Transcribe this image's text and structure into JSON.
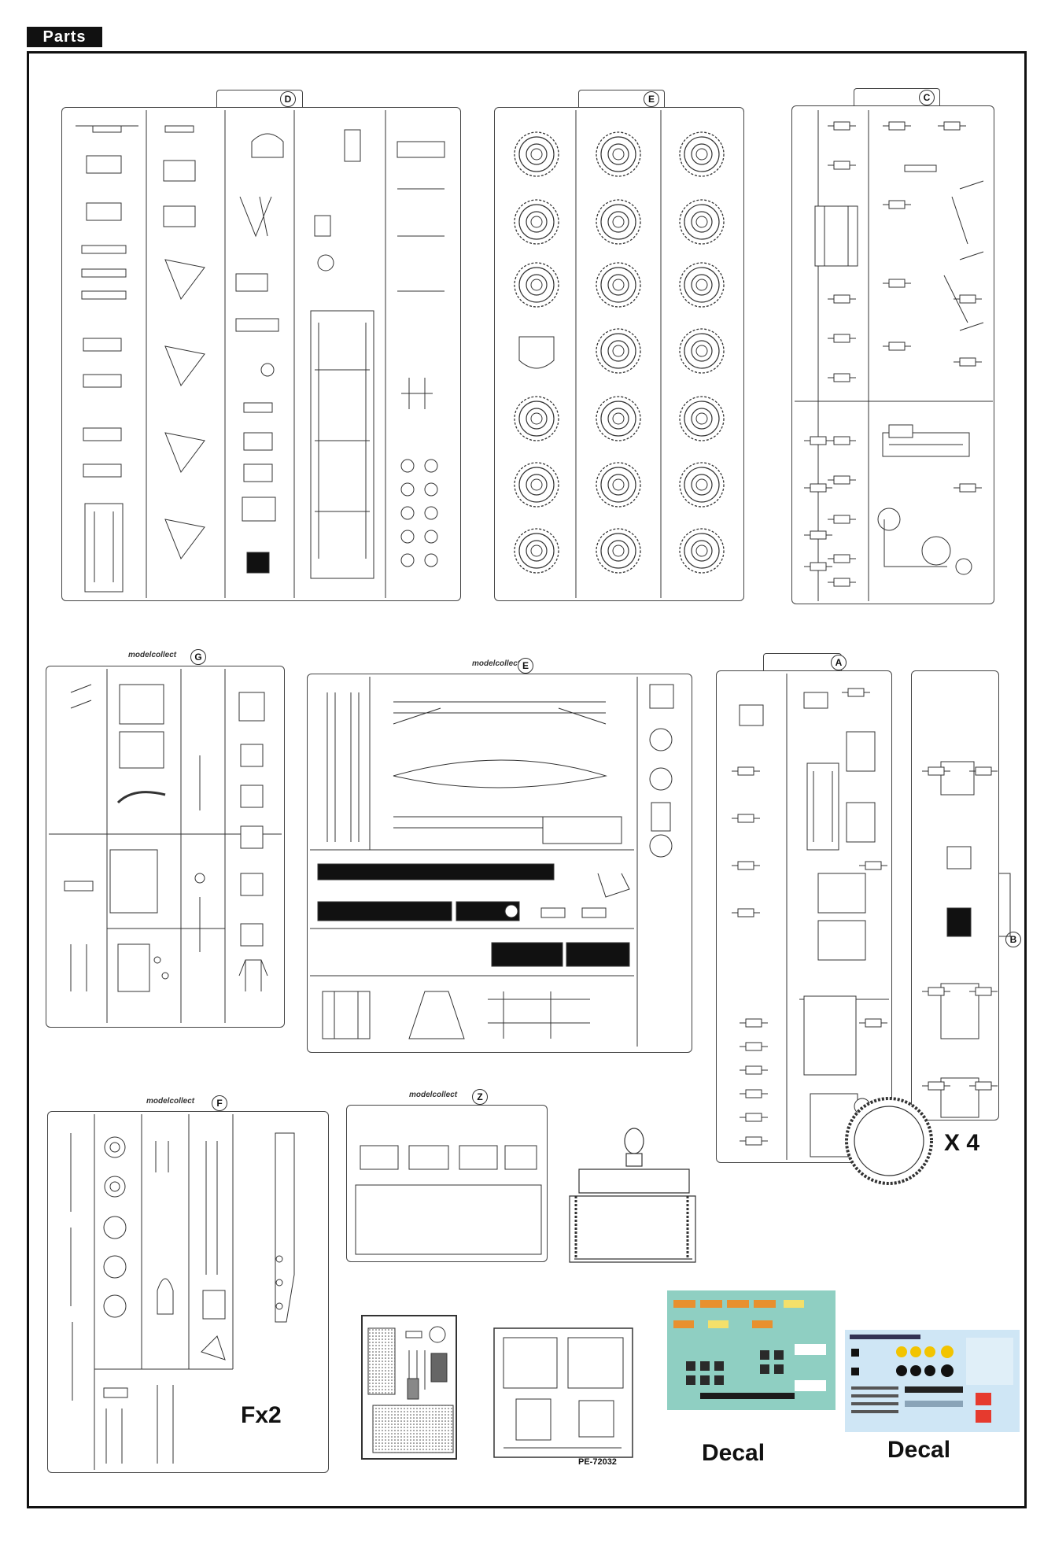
{
  "header": {
    "title": "Parts"
  },
  "sprues": {
    "D": "D",
    "E": "E",
    "C": "C",
    "G": "G",
    "Ebrand": "Ε",
    "A": "A",
    "B": "B",
    "F": "F",
    "Z": "Z"
  },
  "labels": {
    "brand": "modelcollect",
    "f_count": "Fx2",
    "wheel_count": "X 4",
    "pe_name": "PE-72032",
    "decal_1": "Decal",
    "decal_2": "Decal"
  },
  "colors": {
    "decal_green": "#8fcfc2",
    "decal_blue": "#cfe6f5",
    "decal_orange": "#e8902e"
  }
}
